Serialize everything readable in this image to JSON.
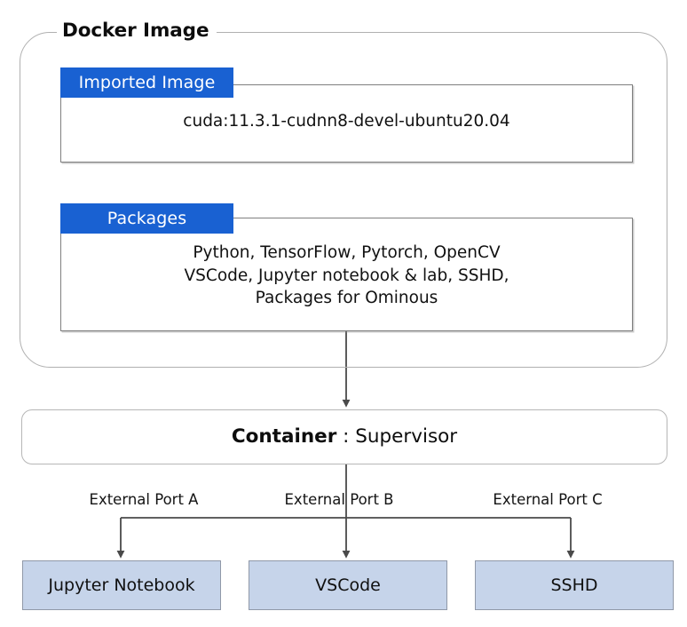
{
  "diagram": {
    "title": "Docker Image",
    "sections": [
      {
        "badge": "Imported Image",
        "body": "cuda:11.3.1-cudnn8-devel-ubuntu20.04"
      },
      {
        "badge": "Packages",
        "body": "Python, TensorFlow, Pytorch, OpenCV\nVSCode, Jupyter notebook & lab, SSHD,\nPackages for Ominous"
      }
    ],
    "container": {
      "name": "Container",
      "separator": " : ",
      "value": "Supervisor"
    },
    "ports": [
      {
        "label": "External Port A"
      },
      {
        "label": "External Port B"
      },
      {
        "label": "External Port C"
      }
    ],
    "services": [
      {
        "label": "Jupyter Notebook"
      },
      {
        "label": "VSCode"
      },
      {
        "label": "SSHD"
      }
    ],
    "colors": {
      "badge_blue": "#1961d2",
      "service_fill": "#c6d4ea",
      "service_border": "#9098a8",
      "panel_border": "#7f7f7f",
      "card_border": "#b0b0b0",
      "arrow": "#4a4a4a"
    }
  }
}
